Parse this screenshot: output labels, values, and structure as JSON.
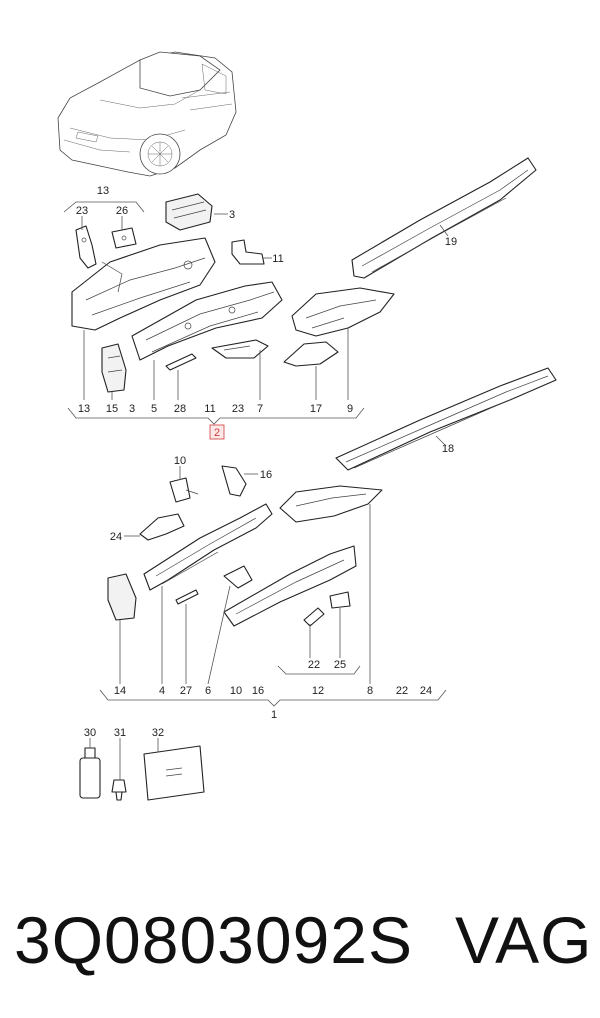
{
  "callouts": {
    "top_group": {
      "c13_top": "13",
      "c23_top": "23",
      "c26": "26",
      "c3_top": "3",
      "c11_top": "11",
      "c19": "19",
      "bottom_row": [
        "13",
        "15",
        "3",
        "5",
        "28",
        "11",
        "23",
        "7",
        "17",
        "9"
      ],
      "group_number": "2"
    },
    "middle_group": {
      "c18": "18",
      "c10_top": "10",
      "c16_top": "16",
      "c24_left": "24",
      "c22": "22",
      "c25": "25",
      "c12": "12",
      "bottom_row": [
        "14",
        "4",
        "27",
        "6",
        "10",
        "16",
        "8",
        "22",
        "24"
      ],
      "group_number": "1"
    },
    "accessories": {
      "c30": "30",
      "c31": "31",
      "c32": "32"
    }
  },
  "part_number": {
    "code": "3Q0803092S",
    "brand": "VAG"
  },
  "colors": {
    "highlight": "#d23a3a",
    "line": "#222222",
    "background": "#ffffff"
  }
}
